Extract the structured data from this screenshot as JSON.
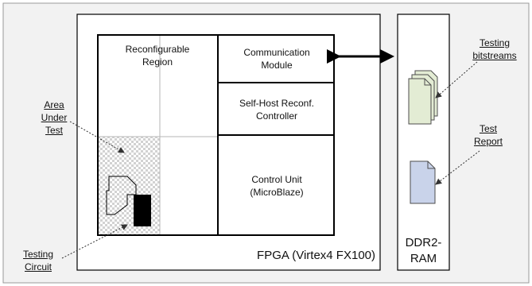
{
  "fpga": {
    "label": "FPGA (Virtex4 FX100)"
  },
  "regions": {
    "reconfigurable": [
      "Reconfigurable",
      "Region"
    ],
    "communication": [
      "Communication",
      "Module"
    ],
    "self_host": [
      "Self-Host Reconf.",
      "Controller"
    ],
    "control_unit": [
      "Control Unit",
      "(MicroBlaze)"
    ]
  },
  "memory": {
    "label": [
      "DDR2-",
      "RAM"
    ]
  },
  "annotations": {
    "area_under_test": [
      "Area",
      "Under",
      "Test"
    ],
    "testing_circuit": [
      "Testing",
      "Circuit"
    ],
    "testing_bitstreams": [
      "Testing",
      "bitstreams"
    ],
    "test_report": [
      "Test",
      "Report"
    ]
  },
  "colors": {
    "outer_bg": "#f2f2f2",
    "bitstream_fill": "#e3ecd4",
    "report_fill": "#c9d3ea",
    "checker": "#d2d2d2"
  }
}
